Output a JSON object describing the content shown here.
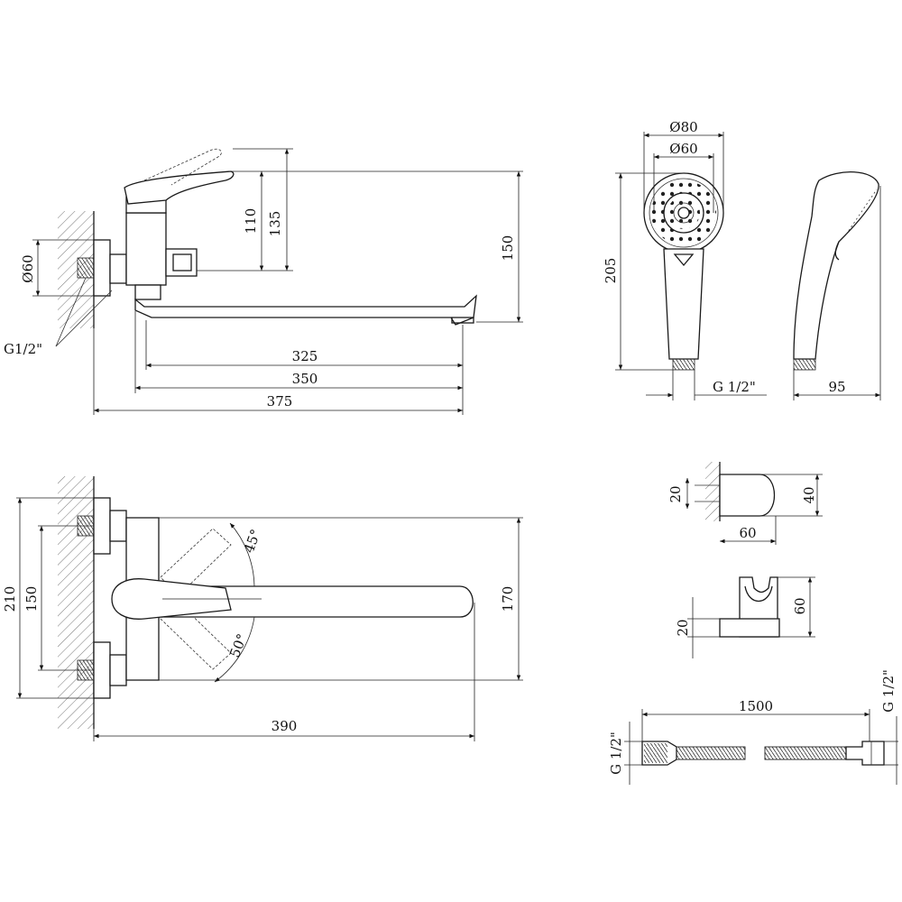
{
  "labels": {
    "side_view": {
      "d135": "135",
      "d110": "110",
      "d150": "150",
      "d60": "Ø60",
      "thread": "G1/2\"",
      "d325": "325",
      "d350": "350",
      "d375": "375"
    },
    "top_view": {
      "d210": "210",
      "d150": "150",
      "d170": "170",
      "d390": "390",
      "angle_upper": "45°",
      "angle_lower": "50°"
    },
    "shower_head": {
      "d80": "Ø80",
      "d60": "Ø60",
      "d205": "205",
      "thread": "G 1/2\"",
      "d95": "95"
    },
    "holder_side": {
      "d20": "20",
      "d40": "40",
      "d60": "60"
    },
    "holder_front": {
      "d20": "20",
      "d60": "60"
    },
    "hose": {
      "length": "1500",
      "thread_left": "G 1/2\"",
      "thread_right": "G 1/2\""
    }
  },
  "colors": {
    "line": "#1a1a1a",
    "background": "#ffffff"
  }
}
